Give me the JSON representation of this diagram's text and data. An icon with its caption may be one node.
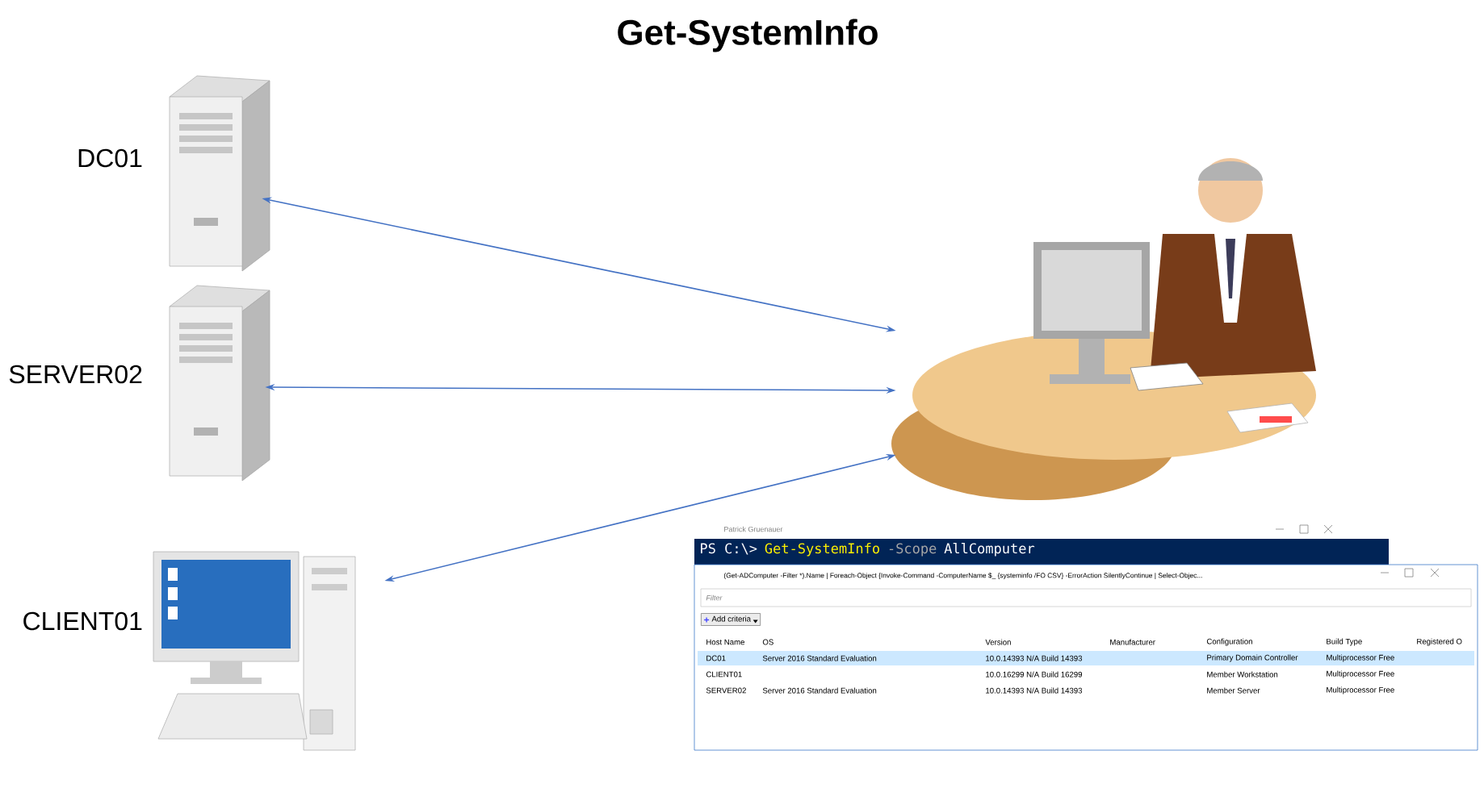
{
  "diagram": {
    "title": "Get-SystemInfo",
    "nodes": [
      {
        "text": [],
        "shape": "picture",
        "beside": [
          "DC01"
        ]
      },
      {
        "text": [],
        "shape": "picture",
        "beside": [
          "SERVER02"
        ]
      },
      {
        "text": [],
        "shape": "picture",
        "beside": [
          "CLIENT01"
        ]
      },
      {
        "text": [],
        "shape": "picture"
      }
    ],
    "edges": [
      {
        "from": 0,
        "to": 3,
        "arrow": "both"
      },
      {
        "from": 1,
        "to": 3,
        "arrow": "both"
      },
      {
        "from": 2,
        "to": 3,
        "arrow": "both"
      }
    ],
    "labels": [
      "Patrick Gruenauer",
      "PS C:\\>",
      "Get-SystemInfo",
      "-Scope",
      "AllComputer",
      "(Get-ADComputer -Filter *).Name | Foreach-Object {Invoke-Command -ComputerName $_ {systeminfo /FO CSV} -ErrorAction SilentlyContinue | Select-Objec...",
      "Filter",
      "Add criteria",
      "Host Name",
      "OS",
      "Version",
      "Manufacturer",
      "Configuration",
      "Build Type",
      "Registered O",
      "DC01",
      "Server 2016 Standard Evaluation",
      "10.0.14393 N/A Build 14393",
      "Primary Domain Controller",
      "Multiprocessor Free",
      "CLIENT01",
      "10.0.16299 N/A Build 16299",
      "Member Workstation",
      "Multiprocessor Free",
      "SERVER02",
      "Server 2016 Standard Evaluation",
      "10.0.14393 N/A Build 14393",
      "Member Server",
      "Multiprocessor Free"
    ]
  }
}
